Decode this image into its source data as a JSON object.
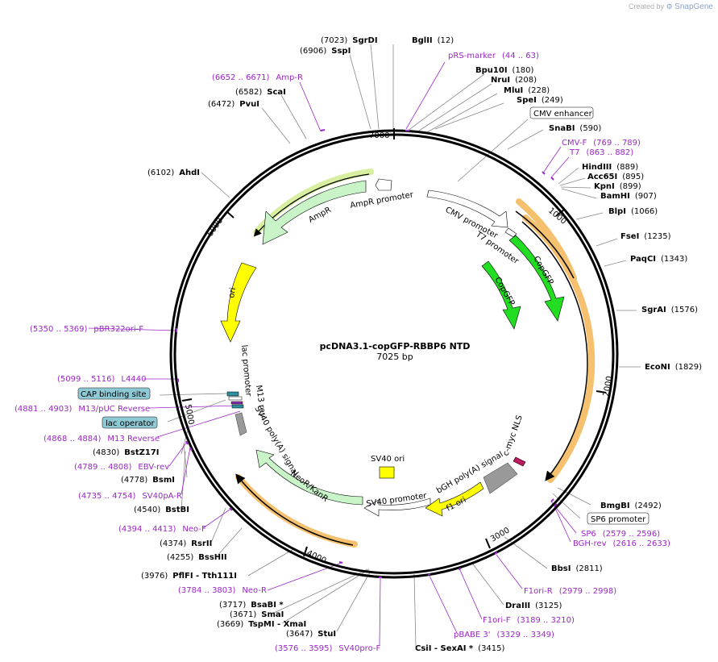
{
  "credit": {
    "prefix": "Created by",
    "brand": "SnapGene"
  },
  "plasmid": {
    "name": "pcDNA3.1-copGFP-RBBP6 NTD",
    "length_label": "7025 bp"
  },
  "ticks": [
    "1000",
    "2000",
    "3000",
    "4000",
    "5000",
    "6000",
    "7000"
  ],
  "sites": [
    {
      "pos": "(7023)",
      "name": "SgrDI"
    },
    {
      "pos": "(12)",
      "name": "BglII"
    },
    {
      "pos": "(6906)",
      "name": "SspI"
    },
    {
      "pos": "(180)",
      "name": "Bpu10I"
    },
    {
      "pos": "(208)",
      "name": "NruI"
    },
    {
      "pos": "(228)",
      "name": "MluI"
    },
    {
      "pos": "(249)",
      "name": "SpeI"
    },
    {
      "pos": "(6582)",
      "name": "ScaI"
    },
    {
      "pos": "(6472)",
      "name": "PvuI"
    },
    {
      "pos": "(590)",
      "name": "SnaBI"
    },
    {
      "pos": "(6102)",
      "name": "AhdI"
    },
    {
      "pos": "(889)",
      "name": "HindIII"
    },
    {
      "pos": "(895)",
      "name": "Acc65I"
    },
    {
      "pos": "(899)",
      "name": "KpnI"
    },
    {
      "pos": "(907)",
      "name": "BamHI"
    },
    {
      "pos": "(1066)",
      "name": "BlpI"
    },
    {
      "pos": "(1235)",
      "name": "FseI"
    },
    {
      "pos": "(1343)",
      "name": "PaqCI"
    },
    {
      "pos": "(1576)",
      "name": "SgrAI"
    },
    {
      "pos": "(1829)",
      "name": "EcoNI"
    },
    {
      "pos": "(4830)",
      "name": "BstZ17I"
    },
    {
      "pos": "(4778)",
      "name": "BsmI"
    },
    {
      "pos": "(4540)",
      "name": "BstBI"
    },
    {
      "pos": "(2492)",
      "name": "BmgBI"
    },
    {
      "pos": "(4374)",
      "name": "RsrII"
    },
    {
      "pos": "(4255)",
      "name": "BssHII"
    },
    {
      "pos": "(2811)",
      "name": "BbsI"
    },
    {
      "pos": "(3976)",
      "name": "PflFI - Tth111I"
    },
    {
      "pos": "(3125)",
      "name": "DraIII"
    },
    {
      "pos": "(3717)",
      "name": "BsaBI *"
    },
    {
      "pos": "(3671)",
      "name": "SmaI"
    },
    {
      "pos": "(3669)",
      "name": "TspMI - XmaI"
    },
    {
      "pos": "(3647)",
      "name": "StuI"
    },
    {
      "pos": "(3415)",
      "name": "CsiI - SexAI *"
    }
  ],
  "primers": [
    {
      "name": "pRS-marker",
      "range": "(44 .. 63)"
    },
    {
      "name": "Amp-R",
      "range": "(6652 .. 6671)"
    },
    {
      "name": "CMV-F",
      "range": "(769 .. 789)"
    },
    {
      "name": "T7",
      "range": "(863 .. 882)"
    },
    {
      "name": "pBR322ori-F",
      "range": "(5350 .. 5369)"
    },
    {
      "name": "L4440",
      "range": "(5099 .. 5116)"
    },
    {
      "name": "M13/pUC Reverse",
      "range": "(4881 .. 4903)"
    },
    {
      "name": "M13 Reverse",
      "range": "(4868 .. 4884)"
    },
    {
      "name": "EBV-rev",
      "range": "(4789 .. 4808)"
    },
    {
      "name": "SV40pA-R",
      "range": "(4735 .. 4754)"
    },
    {
      "name": "Neo-F",
      "range": "(4394 .. 4413)"
    },
    {
      "name": "SP6",
      "range": "(2579 .. 2596)"
    },
    {
      "name": "BGH-rev",
      "range": "(2616 .. 2633)"
    },
    {
      "name": "F1ori-R",
      "range": "(2979 .. 2998)"
    },
    {
      "name": "F1ori-F",
      "range": "(3189 .. 3210)"
    },
    {
      "name": "pBABE 3'",
      "range": "(3329 .. 3349)"
    },
    {
      "name": "Neo-R",
      "range": "(3784 .. 3803)"
    },
    {
      "name": "SV40pro-F",
      "range": "(3576 .. 3595)"
    }
  ],
  "boxed_features": {
    "cmv_enhancer": "CMV enhancer",
    "sp6_promoter": "SP6 promoter",
    "cap_site": "CAP binding site",
    "lac_operator": "lac operator"
  },
  "features": {
    "ampr": "AmpR",
    "ampr_promoter": "AmpR promoter",
    "cmv_promoter": "CMV promoter",
    "t7_promoter": "T7 promoter",
    "copgfp": "CopGFP",
    "ori": "ori",
    "lac_promoter": "lac promoter",
    "m13_rev": "M13 rev",
    "sv40_polya": "SV40 poly(A) signal",
    "neo": "NeoR/KanR",
    "sv40_ori": "SV40 ori",
    "sv40_promoter": "SV40 promoter",
    "f1_ori": "f1 ori",
    "bgh": "bGH poly(A) signal",
    "nls": "c-myc NLS"
  },
  "colors": {
    "backbone": "#000000",
    "primer": "#9b27c6",
    "gfp": "#22dd22",
    "ori": "#ffff00",
    "resistance": "#c8f4c8",
    "orf_highlight": "#f5c16e",
    "promoter": "#ffffff",
    "boxed_feature": "#8ec9d6"
  }
}
